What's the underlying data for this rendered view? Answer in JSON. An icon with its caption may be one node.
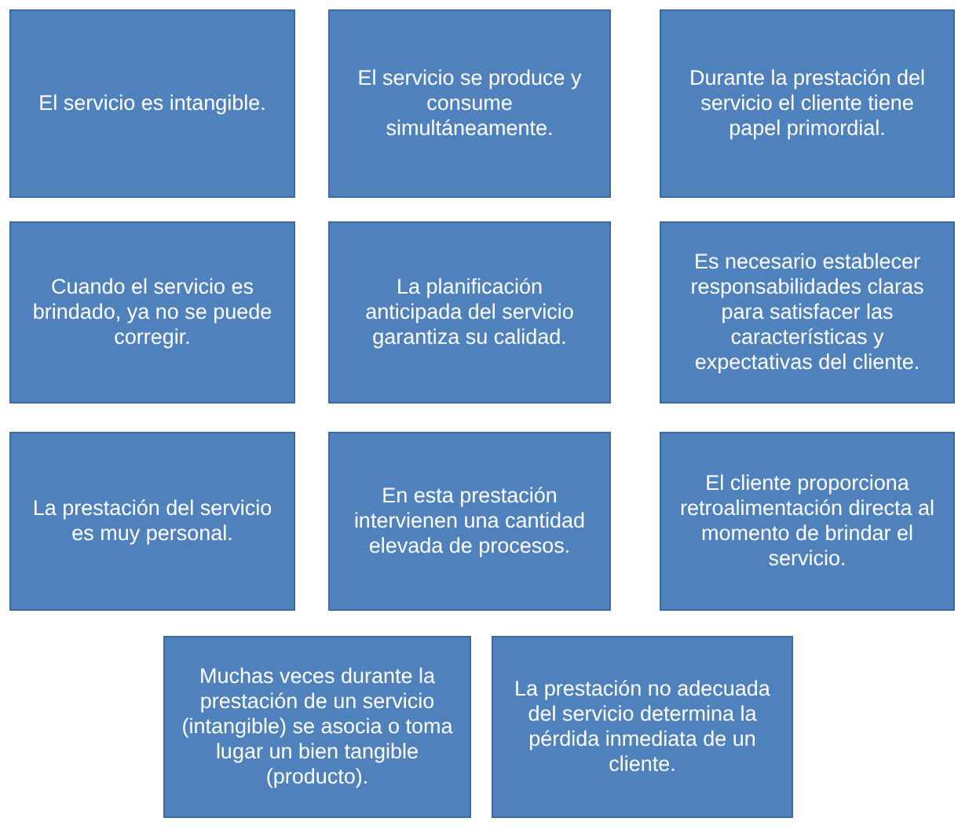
{
  "diagram": {
    "nodes": [
      {
        "text": [
          "El servicio es intangible."
        ]
      },
      {
        "text": [
          "El servicio se produce y consume simultáneamente."
        ]
      },
      {
        "text": [
          "Durante la prestación del servicio el cliente tiene papel primordial."
        ]
      },
      {
        "text": [
          "Cuando el servicio es brindado, ya no se puede corregir."
        ]
      },
      {
        "text": [
          "La planificación anticipada del servicio garantiza su calidad."
        ]
      },
      {
        "text": [
          "Es necesario establecer responsabilidades claras para satisfacer las características y expectativas del cliente."
        ]
      },
      {
        "text": [
          "La prestación del servicio es muy personal."
        ]
      },
      {
        "text": [
          "En esta prestación intervienen una cantidad elevada de procesos."
        ]
      },
      {
        "text": [
          "El cliente proporciona retroalimentación directa al momento de brindar el servicio."
        ]
      },
      {
        "text": [
          "Muchas veces durante la prestación de un servicio (intangible) se asocia o toma lugar un bien tangible (producto)."
        ]
      },
      {
        "text": [
          "La prestación no adecuada del servicio determina la pérdida inmediata de un cliente."
        ]
      }
    ]
  }
}
